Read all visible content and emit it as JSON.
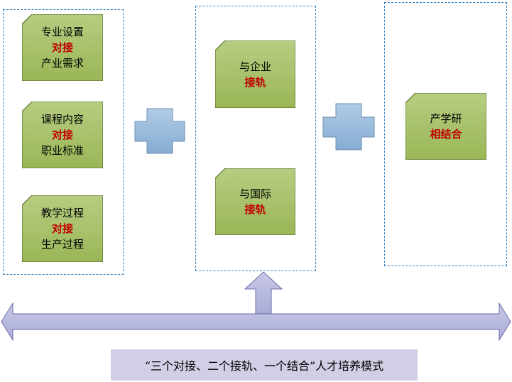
{
  "columns": [
    {
      "cards": [
        {
          "line1": "专业设置",
          "line2": "对接",
          "line3": "产业需求"
        },
        {
          "line1": "课程内容",
          "line2": "对接",
          "line3": "职业标准"
        },
        {
          "line1": "教学过程",
          "line2": "对接",
          "line3": "生产过程"
        }
      ]
    },
    {
      "cards": [
        {
          "line1": "与企业",
          "line2": "接轨"
        },
        {
          "line1": "与国际",
          "line2": "接轨"
        }
      ]
    },
    {
      "cards": [
        {
          "line1": "产学研",
          "line2": "相结合"
        }
      ]
    }
  ],
  "banner": {
    "text": "“三个对接、二个接轨、一个结合”人才培养模式"
  },
  "colors": {
    "card_fill": "#9bbb59",
    "card_fill_light": "#b5cc7e",
    "highlight_text": "#c00000",
    "plus_fill": "#8fb4d6",
    "arrow_fill": "#b4b7dc",
    "banner_fill": "#d0cfe6",
    "group_border": "#2f7fc1"
  }
}
